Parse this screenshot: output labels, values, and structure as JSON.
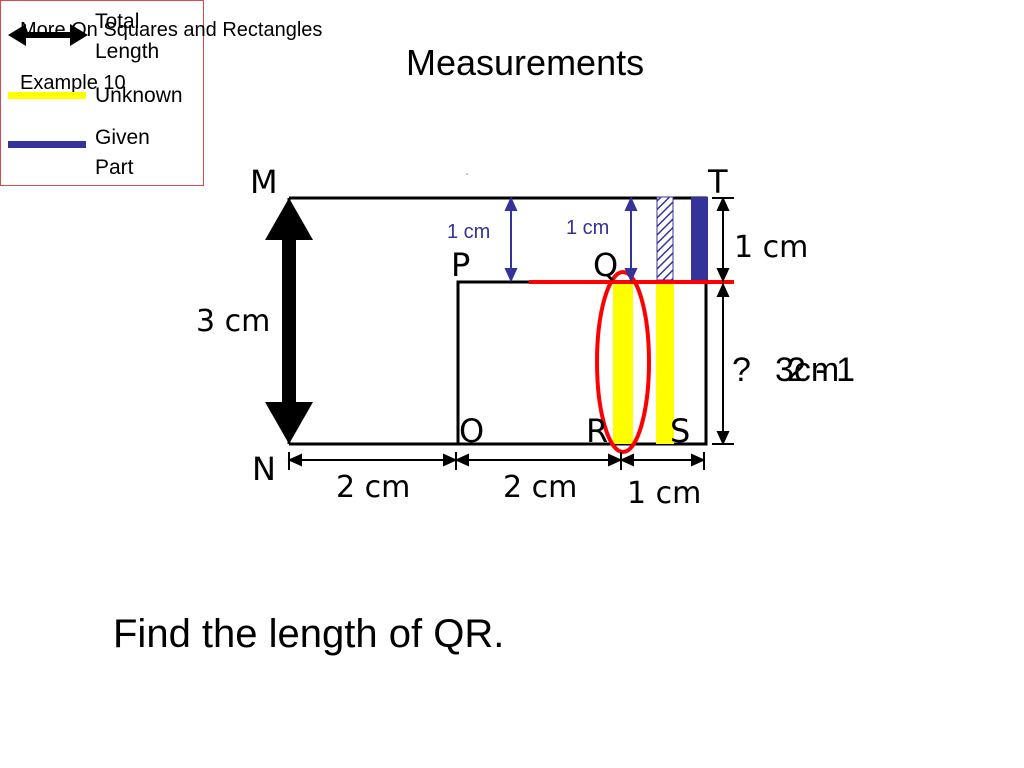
{
  "header": {
    "title": "More On Squares and Rectangles",
    "example": "Example 10",
    "main_title": "Measurements"
  },
  "legend": {
    "total_length": [
      "Total",
      "Length"
    ],
    "unknown": "Unknown",
    "given_part": [
      "Given",
      "Part"
    ],
    "colors": {
      "total": "#000000",
      "unknown": "#ffff00",
      "given": "#333399",
      "border": "#d94a4a"
    }
  },
  "diagram": {
    "points": {
      "M": "M",
      "N": "N",
      "P": "P",
      "Q": "Q",
      "O": "O",
      "R": "R",
      "S": "S",
      "T": "T"
    },
    "labels": {
      "mn": "3 cm",
      "no": "2 cm",
      "or": "2 cm",
      "rs": "1 cm",
      "st_top": "1 cm",
      "small_p": "1 cm",
      "small_q": "1 cm",
      "unknown_q": "?",
      "expr_a": "3cm",
      "expr_b": "2 - 1"
    },
    "colors": {
      "highlight": "#ff0000",
      "unknown": "#ffff00",
      "given": "#333399",
      "measure": "#333399"
    }
  },
  "question": "Find the length of QR."
}
